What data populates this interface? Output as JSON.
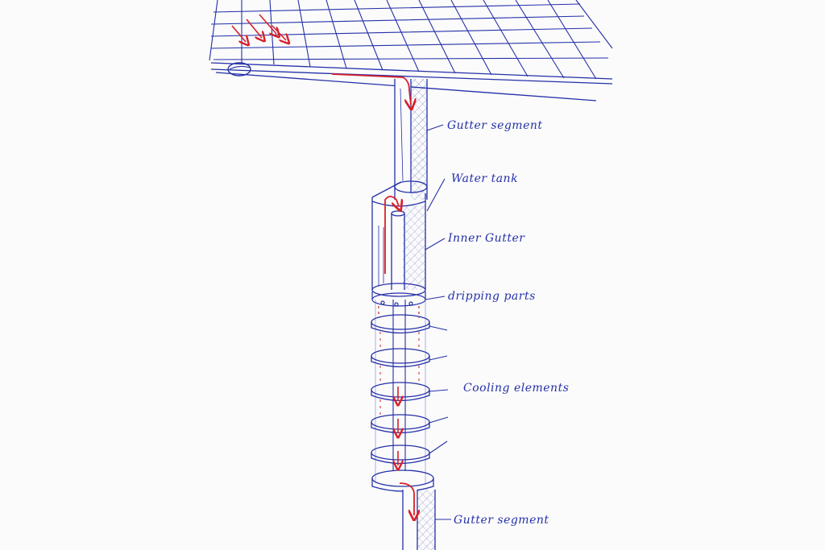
{
  "labels": {
    "gutter_top": "Gutter segment",
    "water_tank": "Water tank",
    "inner_gutter": "Inner Gutter",
    "dripping": "dripping parts",
    "cooling": "Cooling elements",
    "gutter_bottom": "Gutter segment"
  },
  "colors": {
    "ink": "#2430a8",
    "flow": "#d8202a",
    "paper": "#fbfbfb"
  }
}
